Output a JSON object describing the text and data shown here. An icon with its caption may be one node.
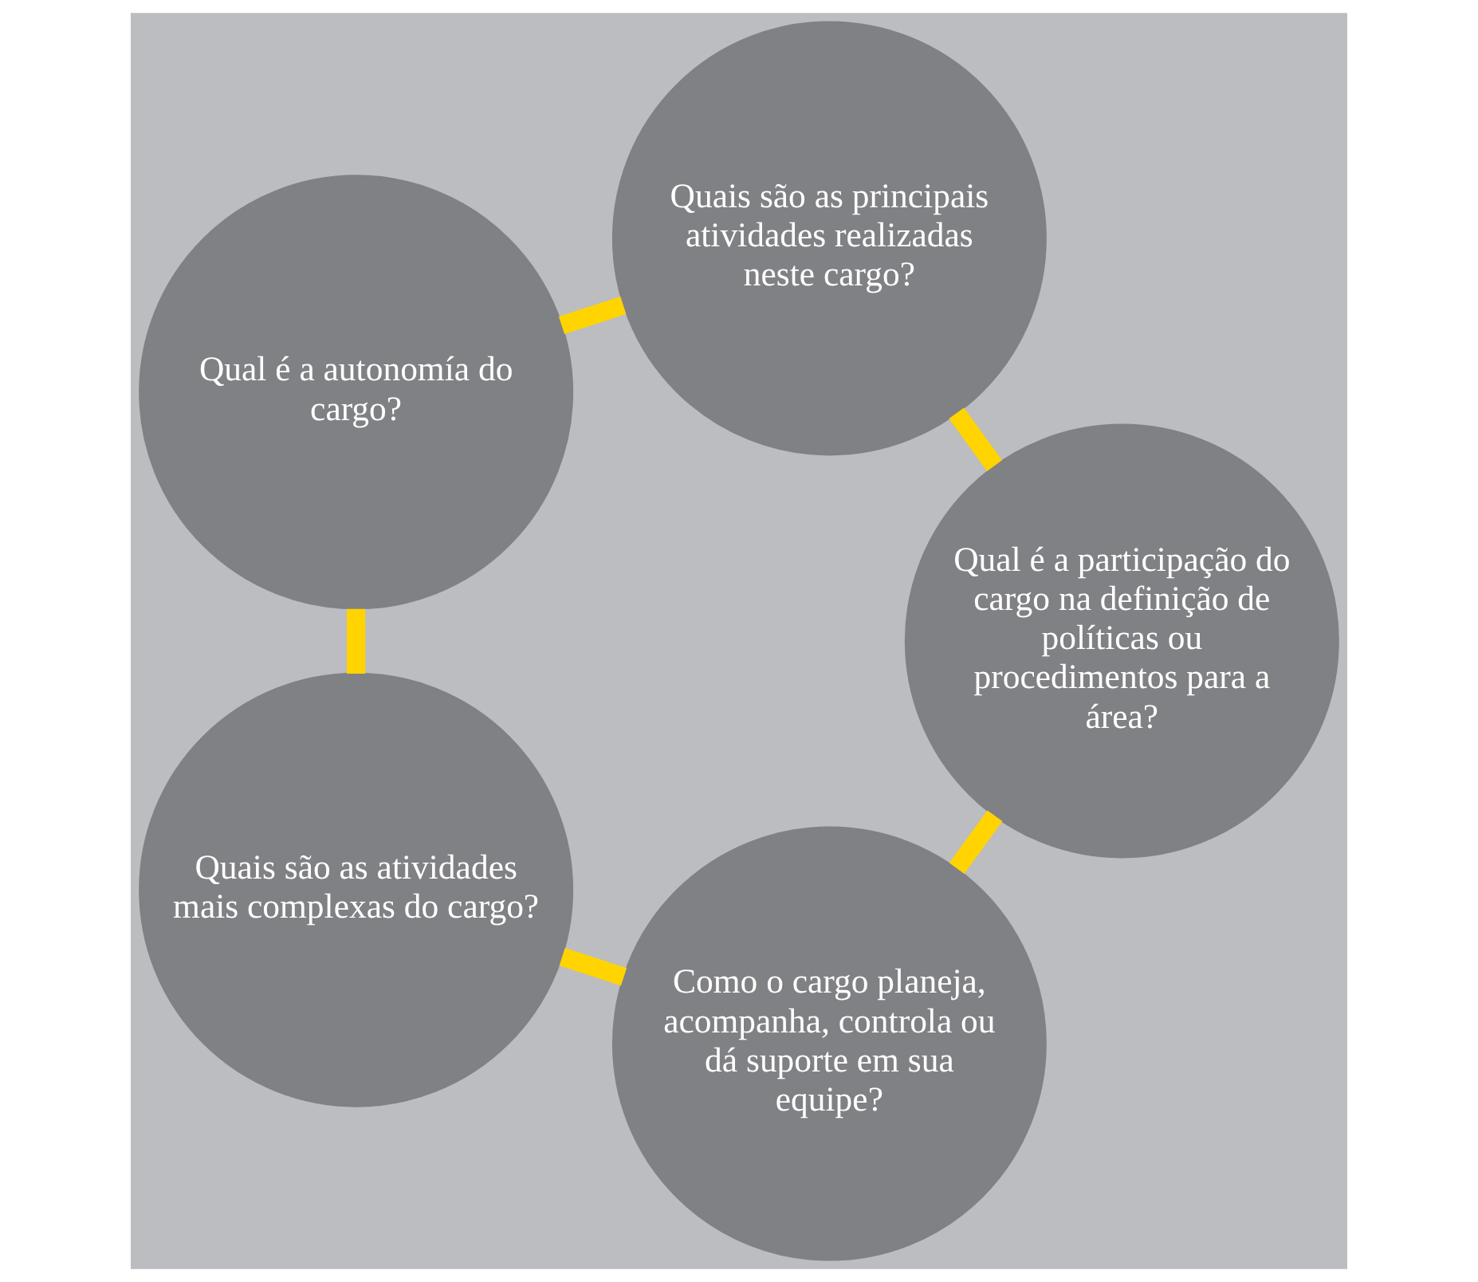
{
  "diagram": {
    "nodes": [
      {
        "text": [
          "Como o cargo planeja, acompanha, controla ou dá suporte em sua equipe?"
        ]
      },
      {
        "text": [
          "Qual é a participação do cargo na definição de políticas ou procedimentos para a área?"
        ]
      },
      {
        "text": [
          "Quais são as atividades mais complexas do cargo?"
        ]
      },
      {
        "text": [
          "Quais são as principais atividades realizadas neste cargo?"
        ]
      },
      {
        "text": [
          "Qual é a autonomía do cargo?"
        ]
      }
    ],
    "edges": [
      {
        "from": 0,
        "to": 2,
        "arrow": "none"
      },
      {
        "from": 2,
        "to": 4,
        "arrow": "none"
      },
      {
        "from": 4,
        "to": 3,
        "arrow": "none"
      },
      {
        "from": 3,
        "to": 1,
        "arrow": "none"
      },
      {
        "from": 1,
        "to": 0,
        "arrow": "none"
      }
    ]
  }
}
